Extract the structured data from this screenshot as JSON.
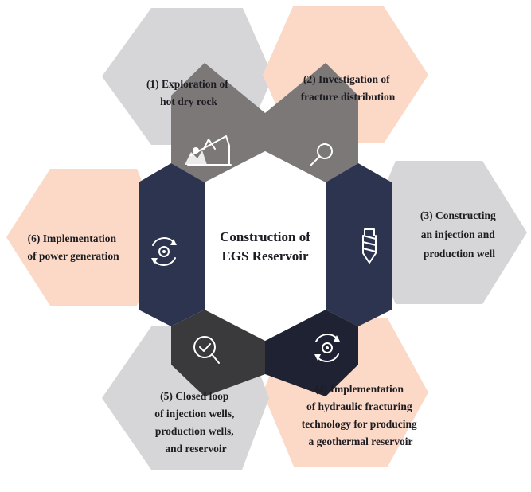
{
  "center": {
    "line1": "Construction of",
    "line2": "EGS Reservoir"
  },
  "steps": [
    {
      "lines": [
        "(1) Exploration of",
        "hot dry rock"
      ],
      "icon": "oil-pump-jack-icon",
      "hex_color": "#d6d6d8",
      "ring_color": "#7b7877"
    },
    {
      "lines": [
        "(2) Investigation of",
        "fracture distribution"
      ],
      "icon": "magnifier-icon",
      "hex_color": "#fbd9c6",
      "ring_color": "#7b7877"
    },
    {
      "lines": [
        "(3) Constructing",
        "an injection and",
        "production well"
      ],
      "icon": "drill-bit-icon",
      "hex_color": "#d6d6d8",
      "ring_color": "#2c3450"
    },
    {
      "lines": [
        "(4) Implementation",
        "of hydraulic fracturing",
        "technology for producing",
        "a geothermal reservoir"
      ],
      "icon": "gear-cycle-icon",
      "hex_color": "#fbd9c6",
      "ring_color": "#1e2233"
    },
    {
      "lines": [
        "(5) Closed loop",
        "of injection wells,",
        "production wells,",
        "and reservoir"
      ],
      "icon": "check-magnifier-icon",
      "hex_color": "#d6d6d8",
      "ring_color": "#3a393c"
    },
    {
      "lines": [
        "(6) Implementation",
        "of power generation"
      ],
      "icon": "gear-cycle-icon",
      "hex_color": "#fbd9c6",
      "ring_color": "#2c3450"
    }
  ]
}
